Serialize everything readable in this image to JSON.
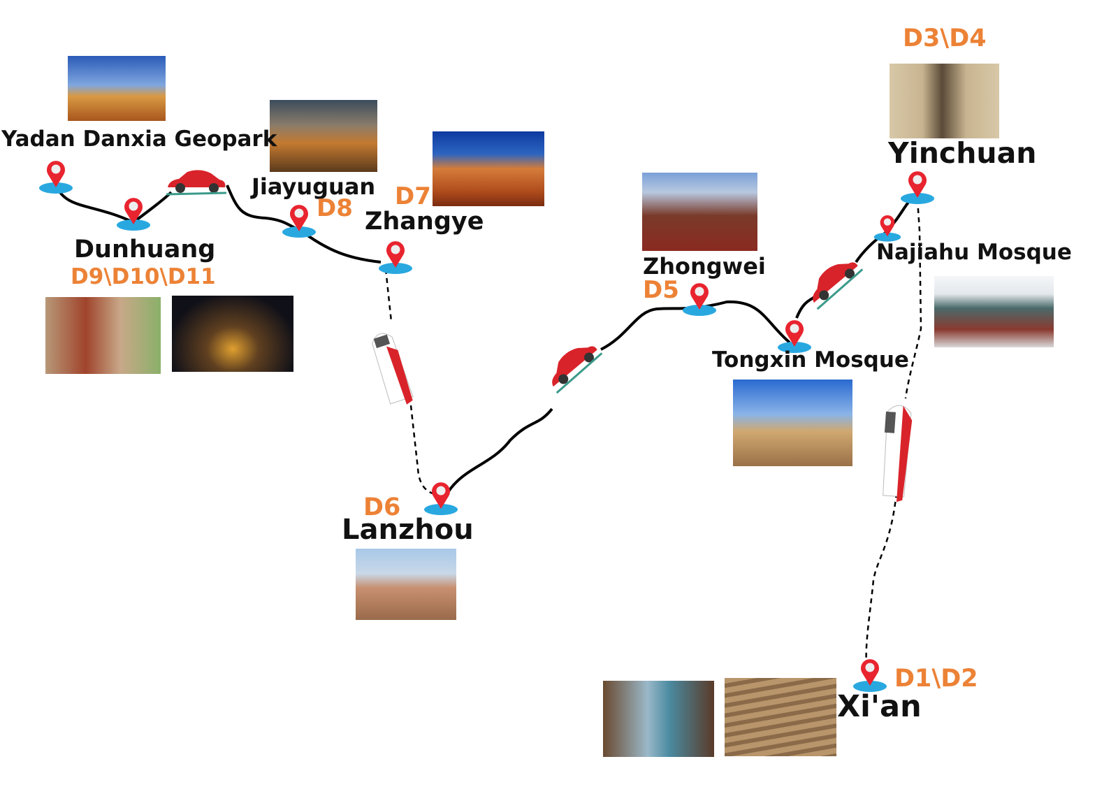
{
  "places": {
    "yadan": {
      "name": "Yadan Danxia Geopark"
    },
    "dunhuang": {
      "name": "Dunhuang",
      "days": "D9\\D10\\D11"
    },
    "jiayuguan": {
      "name": "Jiayuguan",
      "days": "D8"
    },
    "zhangye": {
      "name": "Zhangye",
      "days": "D7"
    },
    "lanzhou": {
      "name": "Lanzhou",
      "days": "D6"
    },
    "zhongwei": {
      "name": "Zhongwei",
      "days": "D5"
    },
    "tongxin": {
      "name": "Tongxin Mosque"
    },
    "najiahu": {
      "name": "Najiahu Mosque"
    },
    "yinchuan": {
      "name": "Yinchuan",
      "days": "D3\\D4"
    },
    "xian": {
      "name": "Xi'an",
      "days": "D1\\D2"
    }
  },
  "colors": {
    "day_label": "#ec8236",
    "pin": "#e8242f",
    "pin_base": "#29a8e0",
    "route": "#000000",
    "vehicle": "#d9232a"
  }
}
